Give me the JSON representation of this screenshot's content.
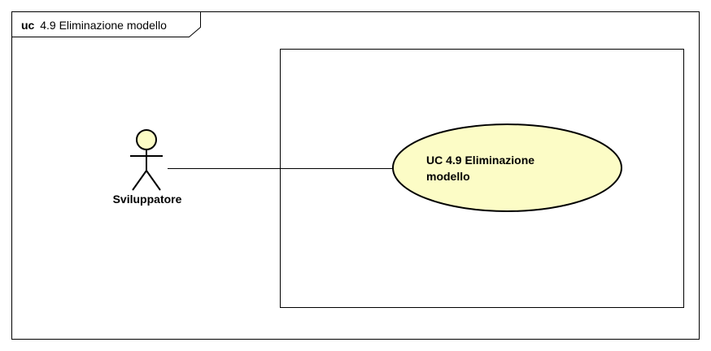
{
  "frame": {
    "keyword": "uc",
    "title": "4.9 Eliminazione modello"
  },
  "actor": {
    "name": "Sviluppatore"
  },
  "use_case": {
    "label_lines": [
      "UC 4.9 Eliminazione",
      "modello"
    ]
  },
  "colors": {
    "fill": "#fcfcc6",
    "stroke": "#000000",
    "background": "#ffffff"
  }
}
